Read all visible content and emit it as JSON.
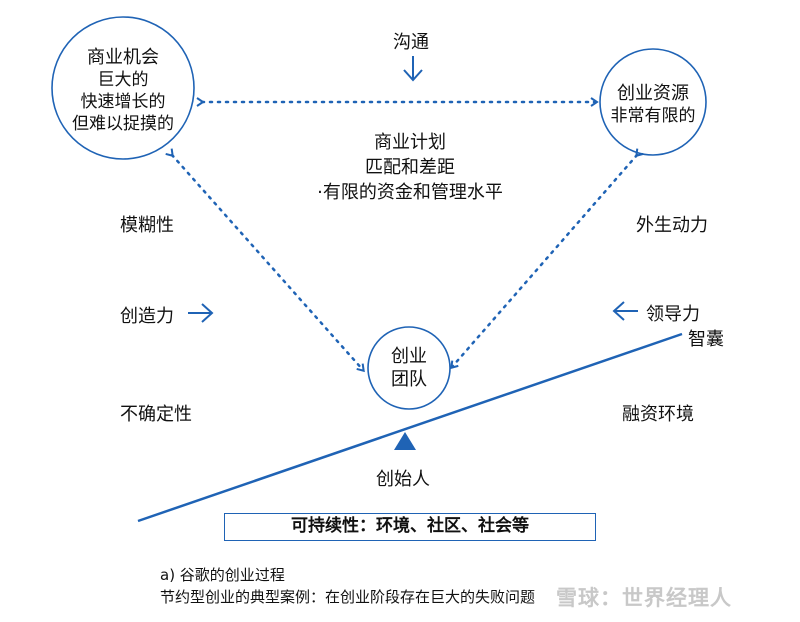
{
  "circles": {
    "opportunity": {
      "title": "商业机会",
      "lines": [
        "巨大的",
        "快速增长的",
        "但难以捉摸的"
      ]
    },
    "resources": {
      "title": "创业资源",
      "lines": [
        "非常有限的"
      ]
    },
    "team": {
      "lines": [
        "创业",
        "团队"
      ]
    }
  },
  "center": {
    "lines": [
      "商业计划",
      "匹配和差距",
      "·有限的资金和管理水平"
    ]
  },
  "labels": {
    "communication": "沟通",
    "ambiguity": "模糊性",
    "creativity": "创造力",
    "uncertainty": "不确定性",
    "external_drive": "外生动力",
    "leadership": "领导力",
    "think_tank": "智囊",
    "financing_env": "融资环境",
    "founder": "创始人"
  },
  "bottom_box": "可持续性：环境、社区、社会等",
  "caption": {
    "line1": "a) 谷歌的创业过程",
    "line2": "节约型创业的典型案例：在创业阶段存在巨大的失败问题"
  },
  "watermark": "雪球：世界经理人",
  "colors": {
    "accent": "#1f63b5",
    "text": "#111111"
  },
  "icons": [
    "arrow-down-icon",
    "arrow-right-icon",
    "arrow-left-icon",
    "fulcrum-triangle-icon"
  ]
}
